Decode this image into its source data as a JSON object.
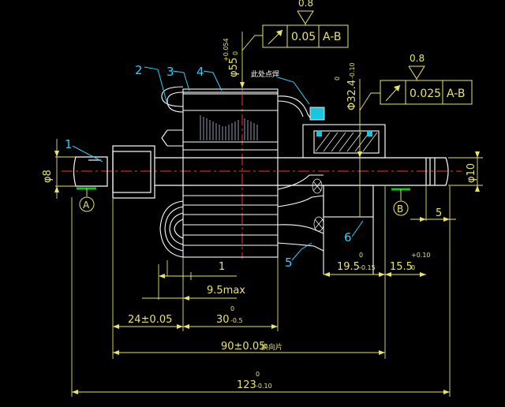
{
  "drawing": {
    "background": "#000000",
    "colors": {
      "outline": "#ffffff",
      "dimension": "#e8e46a",
      "leader": "#2ad0ff",
      "centerline": "#ff3030",
      "datum": "#16c21c",
      "highlight": "#19c6dd"
    },
    "callouts": [
      {
        "id": "1",
        "label": "1"
      },
      {
        "id": "2",
        "label": "2"
      },
      {
        "id": "3",
        "label": "3"
      },
      {
        "id": "4",
        "label": "4"
      },
      {
        "id": "5",
        "label": "5"
      },
      {
        "id": "6",
        "label": "6"
      }
    ],
    "datums": {
      "a": "A",
      "b": "B"
    },
    "surface_roughness": {
      "top": "0.8",
      "right": "0.8"
    },
    "tolerance_frames": [
      {
        "id": "runout-top",
        "value": "0.05",
        "datum": "A-B"
      },
      {
        "id": "runout-right",
        "value": "0.025",
        "datum": "A-B"
      }
    ],
    "note_weld": "此处点焊",
    "dims": {
      "d8": "φ8",
      "d10": "φ10",
      "d55": "φ55",
      "d55_tol_upper": "+0.054",
      "d55_tol_lower": "0",
      "d32": "Φ32.4",
      "d32_tol_upper": "0",
      "d32_tol_lower": "-0.10",
      "len_5": "5",
      "len_1": "1",
      "len_9_5": "9.5max",
      "len_24": "24±0.05",
      "len_30": "30",
      "len_30_tol_upper": "0",
      "len_30_tol_lower": "-0.5",
      "len_19_5": "19.5",
      "len_19_5_tol_upper": "0",
      "len_19_5_tol_lower": "-0.15",
      "len_15_5": "15.5",
      "len_15_5_tol_upper": "+0.10",
      "len_15_5_tol_lower": "0",
      "len_90": "90±0.05",
      "len_90_note": "换向片",
      "len_123": "123",
      "len_123_tol_upper": "0",
      "len_123_tol_lower": "-0.10"
    }
  }
}
